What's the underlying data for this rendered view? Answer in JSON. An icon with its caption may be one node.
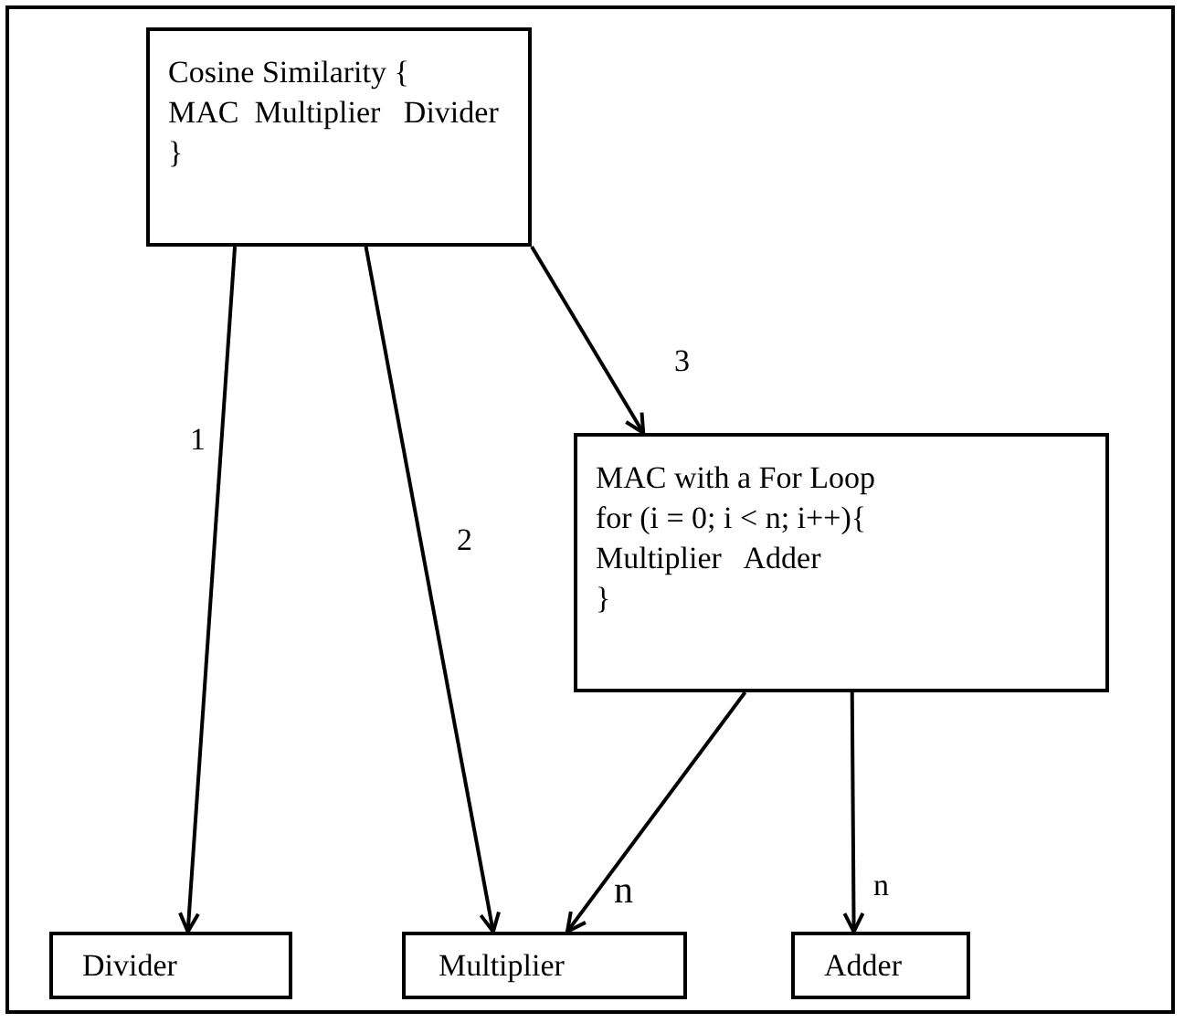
{
  "diagram": {
    "nodes": [
      {
        "text": [
          "Cosine Similarity {",
          "MAC  Multiplier   Divider",
          "}"
        ]
      },
      {
        "text": [
          "MAC with a For Loop",
          "for (i = 0; i < n; i++){",
          "Multiplier   Adder",
          "}"
        ]
      },
      {
        "text": [
          "Divider"
        ]
      },
      {
        "text": [
          "Multiplier"
        ]
      },
      {
        "text": [
          "Adder"
        ]
      }
    ],
    "edges": [
      {
        "from": 0,
        "to": 2,
        "arrow": "to",
        "label": "1"
      },
      {
        "from": 0,
        "to": 3,
        "arrow": "to",
        "label": "2"
      },
      {
        "from": 0,
        "to": 1,
        "arrow": "to",
        "label": "3"
      },
      {
        "from": 1,
        "to": 3,
        "arrow": "to",
        "label": "n"
      },
      {
        "from": 1,
        "to": 4,
        "arrow": "to",
        "label": "n"
      }
    ]
  }
}
